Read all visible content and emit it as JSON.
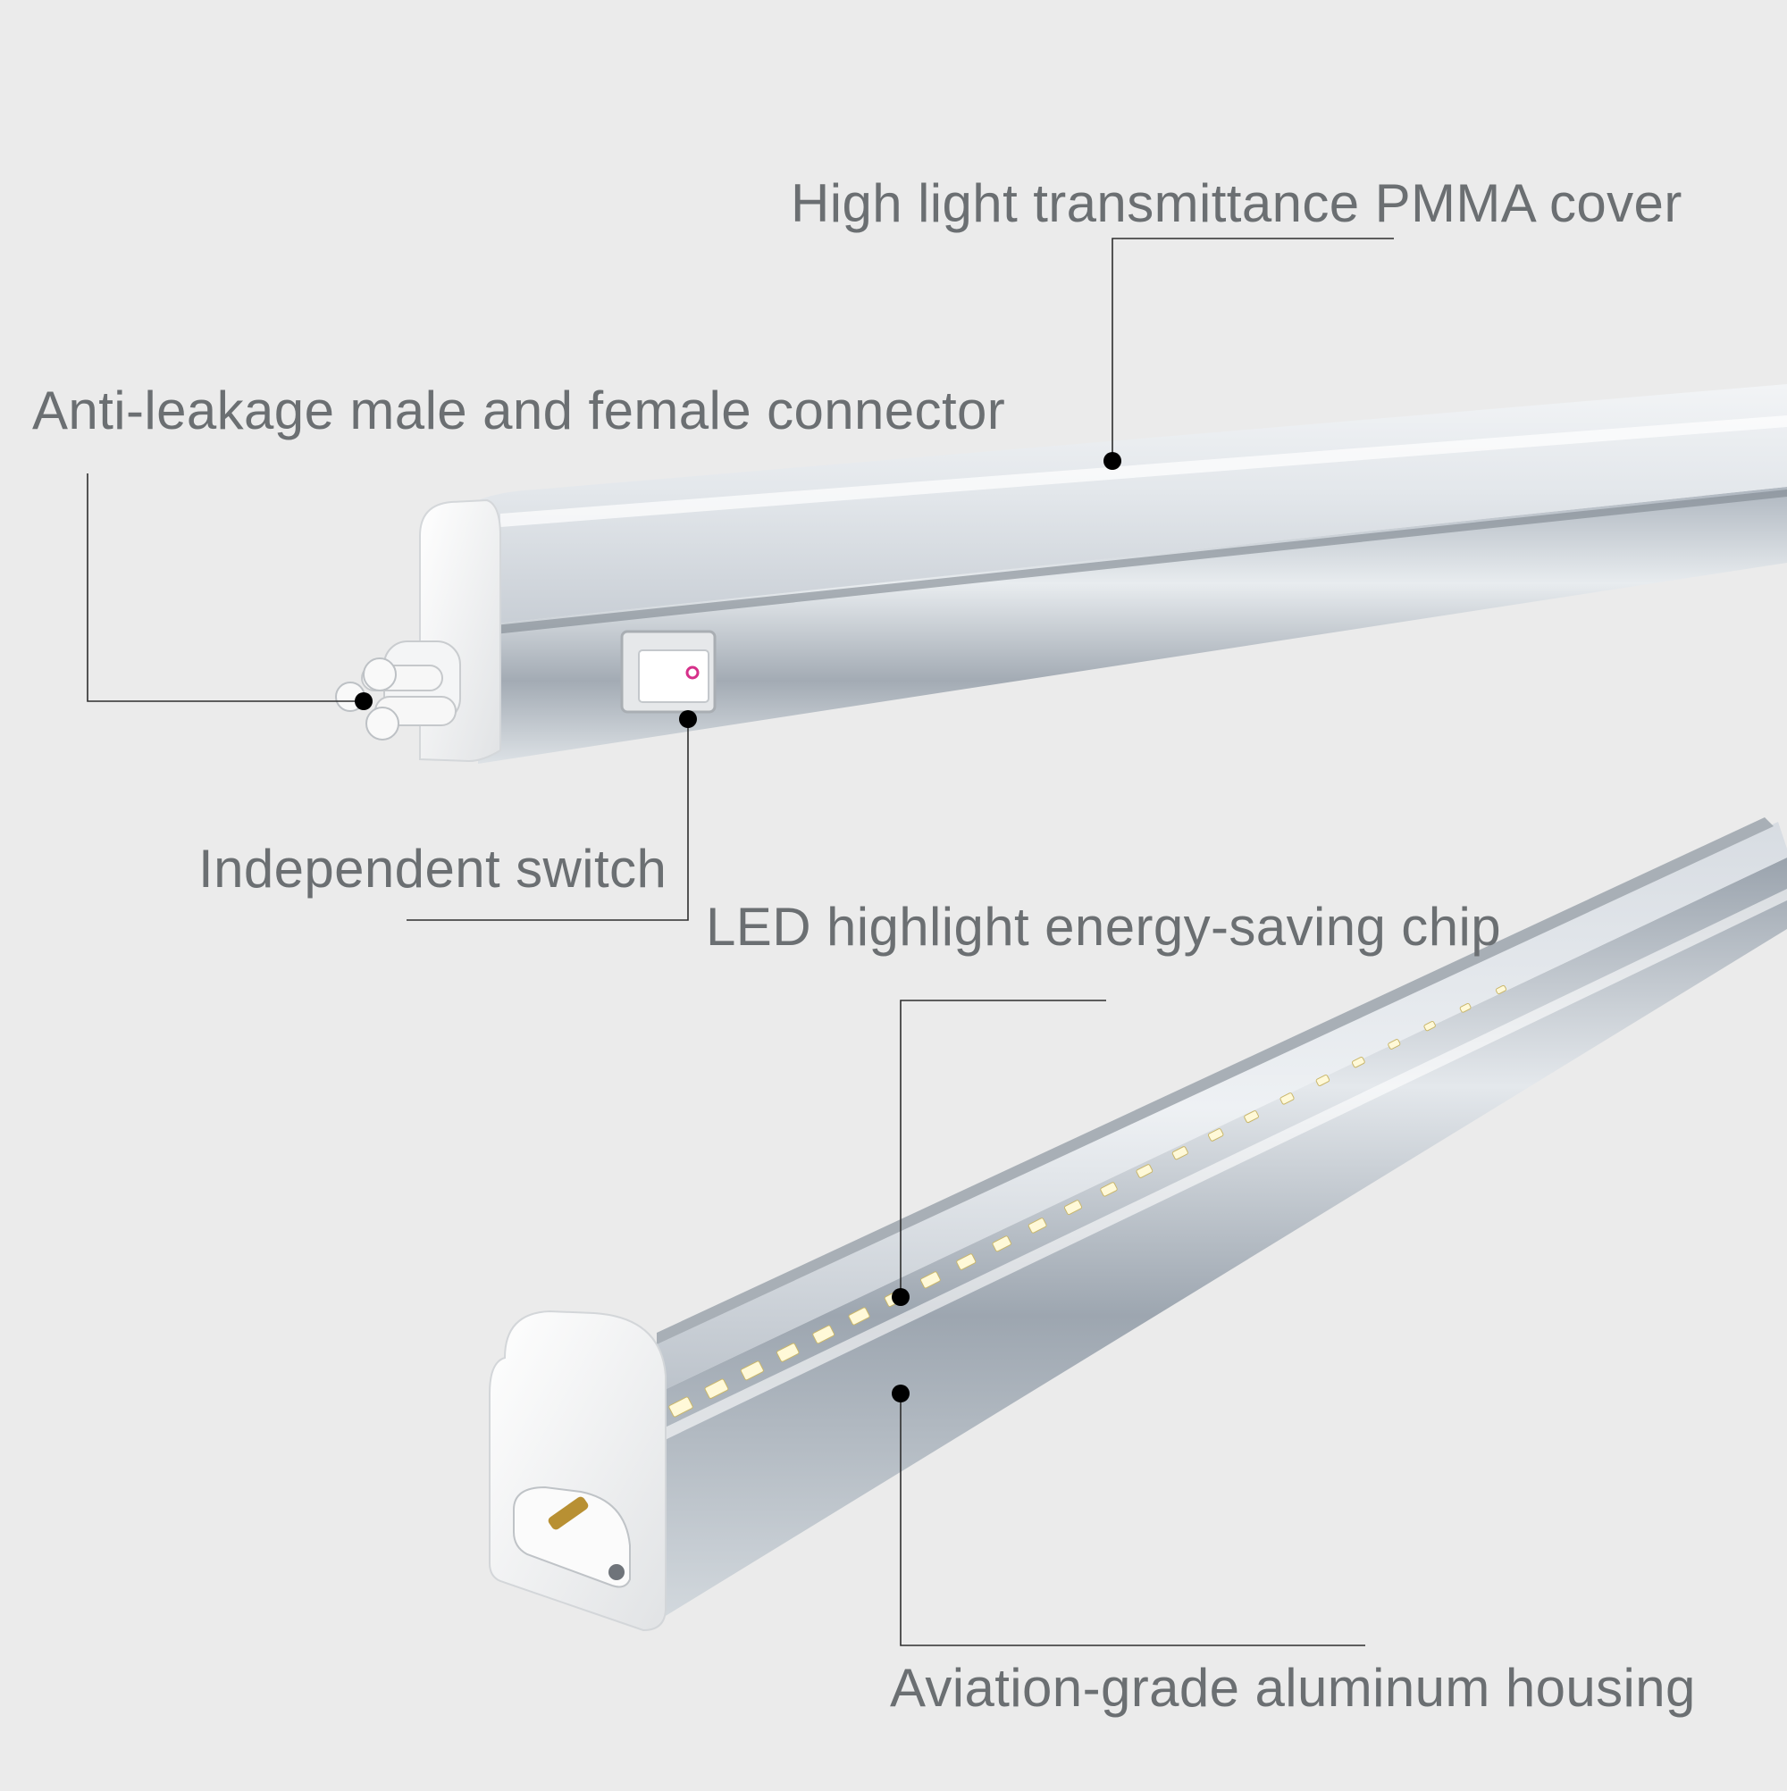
{
  "colors": {
    "background": "#EBEBEB",
    "label_text": "#6B6F72",
    "leader_line": "#2E2E2E",
    "marker_dot": "#000000",
    "housing_light": "#F4F6F8",
    "housing_mid": "#C9CED4",
    "housing_dark": "#8E969E",
    "end_cap": "#F7F7F7",
    "led_chip": "#FFF9D8",
    "switch_dot": "#D6308A",
    "brass_pin": "#B89033"
  },
  "callouts": {
    "pmma_cover": {
      "label": "High light transmittance PMMA cover"
    },
    "connector": {
      "label": "Anti-leakage male and female connector"
    },
    "switch": {
      "label": "Independent switch"
    },
    "led_chip": {
      "label": "LED highlight energy-saving chip"
    },
    "housing": {
      "label": "Aviation-grade aluminum housing"
    }
  },
  "icons": {
    "top_fixture": "led-tube-light-icon",
    "bottom_fixture": "led-tube-light-icon",
    "rocker_switch": "rocker-switch-icon",
    "connector_plug": "connector-plug-icon",
    "marker": "dot-marker-icon"
  }
}
